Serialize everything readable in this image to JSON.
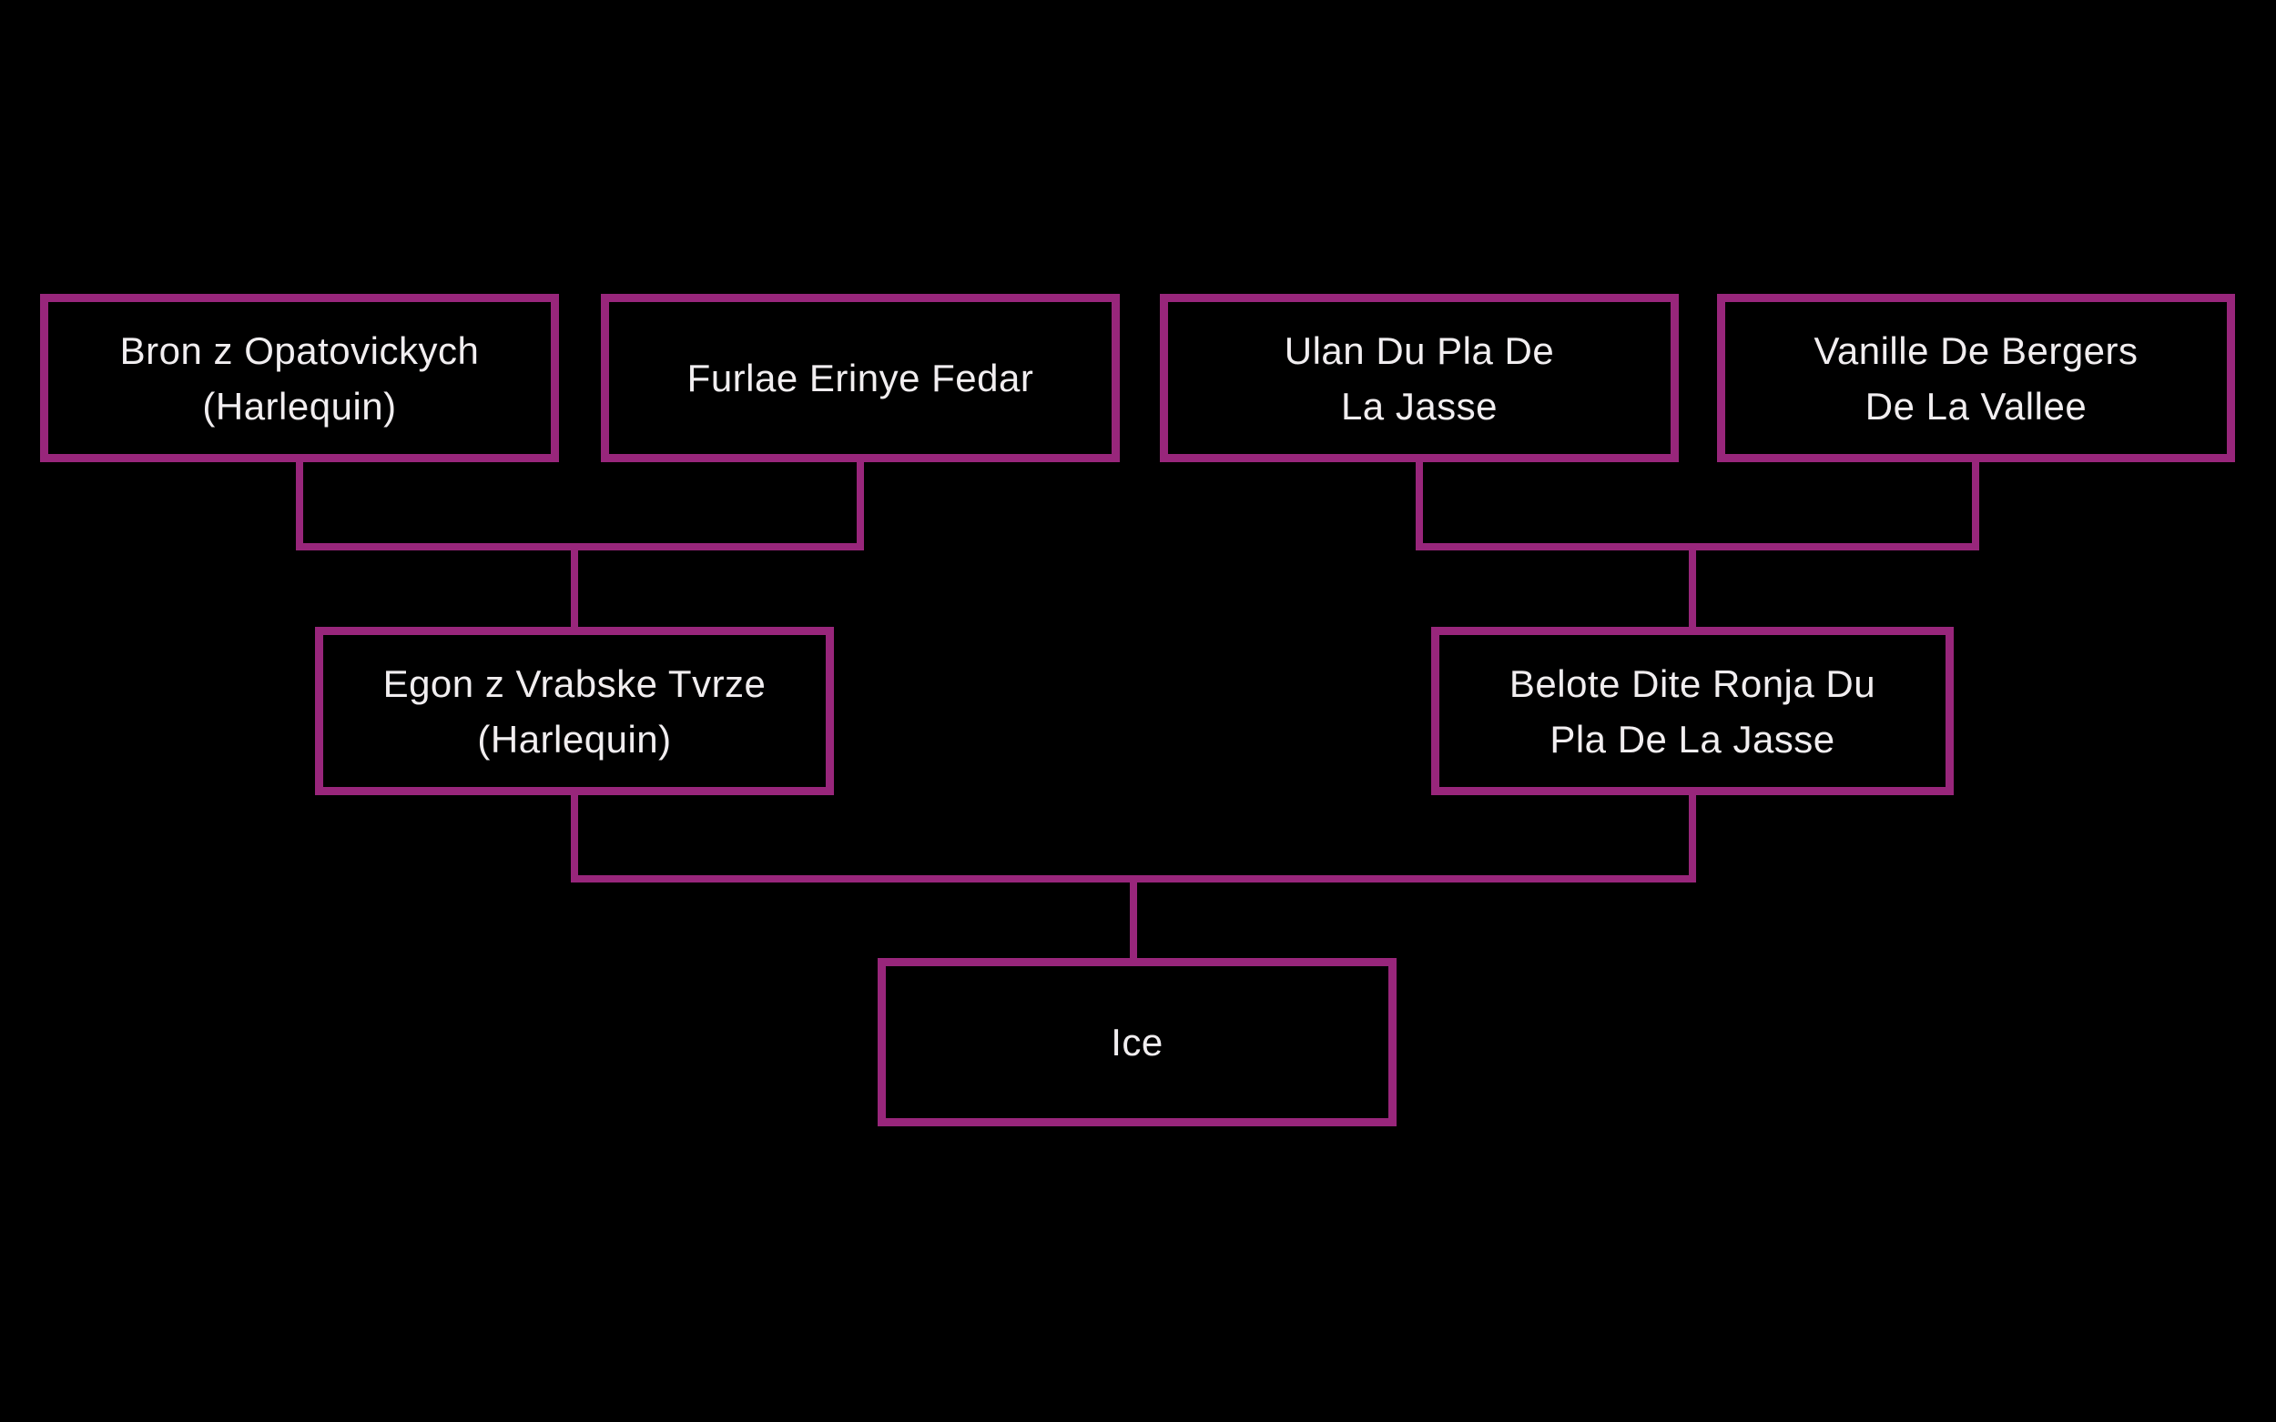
{
  "colors": {
    "background": "#000000",
    "accent": "#98267b",
    "text": "#f1eef0"
  },
  "pedigree": {
    "nodes": [
      {
        "id": "bron",
        "name": "Bron z Opatovickych (Harlequin)",
        "line1": "Bron z Opatovickych",
        "line2": "(Harlequin)"
      },
      {
        "id": "furlae",
        "name": "Furlae Erinye Fedar",
        "line1": "Furlae Erinye Fedar",
        "line2": ""
      },
      {
        "id": "ulan",
        "name": "Ulan Du Pla De La Jasse",
        "line1": "Ulan Du Pla De",
        "line2": "La Jasse"
      },
      {
        "id": "vanille",
        "name": "Vanille De Bergers De La Vallee",
        "line1": "Vanille De Bergers",
        "line2": "De La Vallee"
      },
      {
        "id": "egon",
        "name": "Egon z Vrabske Tvrze (Harlequin)",
        "line1": "Egon z Vrabske Tvrze",
        "line2": "(Harlequin)"
      },
      {
        "id": "belote",
        "name": "Belote Dite Ronja Du Pla De La Jasse",
        "line1": "Belote Dite Ronja Du",
        "line2": "Pla De La Jasse"
      },
      {
        "id": "ice",
        "name": "Ice",
        "line1": "Ice",
        "line2": ""
      }
    ]
  }
}
